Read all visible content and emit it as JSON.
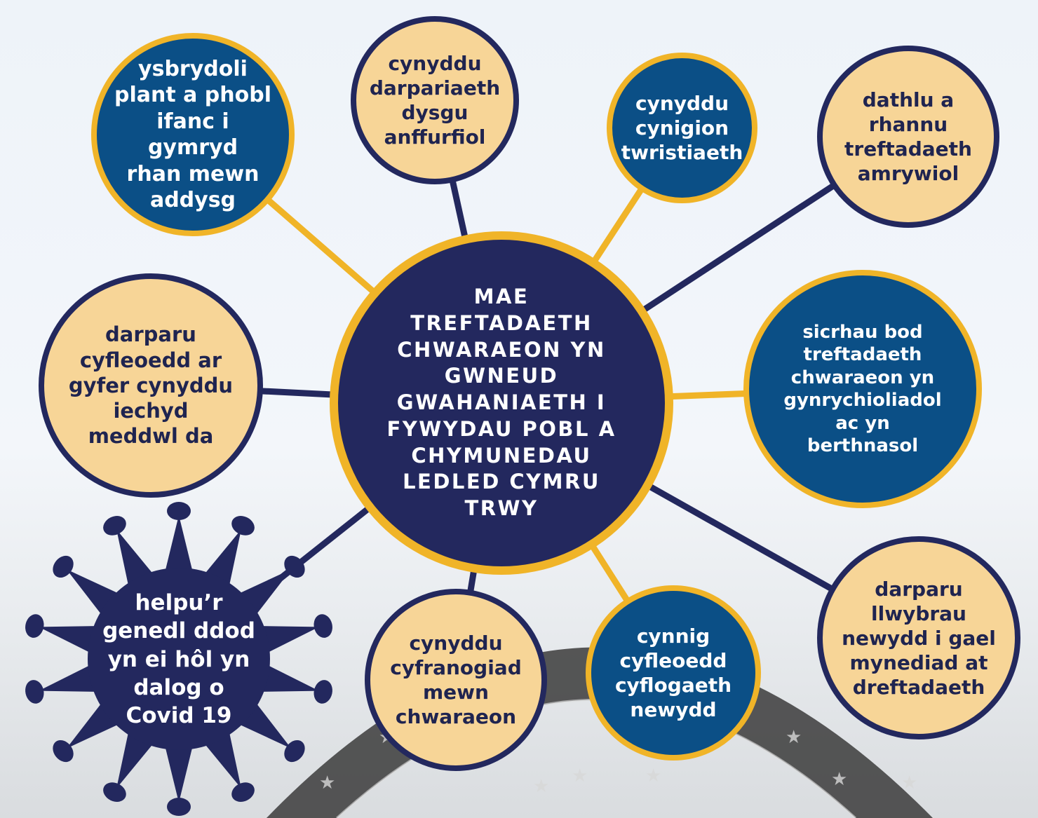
{
  "colors": {
    "navy": "#23285e",
    "blue": "#0b4f86",
    "gold": "#f0b428",
    "cream": "#f7d597"
  },
  "center": {
    "text": "MAE\nTREFTADAETH\nCHWARAEON YN\nGWNEUD\nGWAHANIAETH I\nFYWYDAU POBL A\nCHYMUNEDAU\nLEDLED CYMRU\nTRWY"
  },
  "nodes": [
    {
      "id": "inspire",
      "text": "ysbrydoli\nplant a phobl\nifanc i gymryd\nrhan mewn\naddysg",
      "style": "blue"
    },
    {
      "id": "informal-learning",
      "text": "cynyddu\ndarpariaeth\ndysgu\nanffurfiol",
      "style": "cream"
    },
    {
      "id": "tourism",
      "text": "cynyddu\ncynigion\ntwristiaeth",
      "style": "blue"
    },
    {
      "id": "diverse-heritage",
      "text": "dathlu a\nrhannu\ntreftadaeth\namrywiol",
      "style": "cream"
    },
    {
      "id": "representative",
      "text": "sicrhau bod\ntreftadaeth\nchwaraeon yn\ngynrychioliadol\nac yn\nberthnasol",
      "style": "blue"
    },
    {
      "id": "access-routes",
      "text": "darparu\nllwybrau\nnewydd i gael\nmynediad at\ndreftadaeth",
      "style": "cream"
    },
    {
      "id": "employment",
      "text": "cynnig\ncyfleoedd\ncyflogaeth\nnewydd",
      "style": "blue"
    },
    {
      "id": "participation",
      "text": "cynyddu\ncyfranogiad\nmewn\nchwaraeon",
      "style": "cream"
    },
    {
      "id": "mental-health",
      "text": "darparu\ncyfleoedd ar\ngyfer cynyddu\niechyd\nmeddwl da",
      "style": "cream"
    }
  ],
  "virus": {
    "text": "helpu’r\ngenedl ddod\nyn ei hôl yn\ndalog o\nCovid 19"
  }
}
